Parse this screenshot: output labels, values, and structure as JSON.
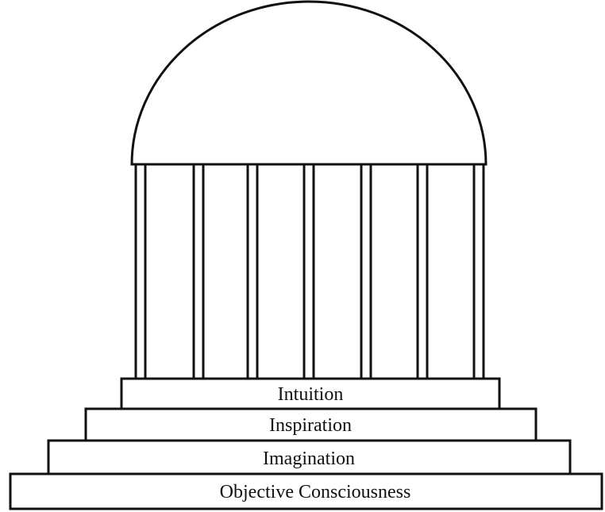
{
  "steps": [
    {
      "label": "Intuition"
    },
    {
      "label": "Inspiration"
    },
    {
      "label": "Imagination"
    },
    {
      "label": "Objective Consciousness"
    }
  ],
  "column_count": 7
}
